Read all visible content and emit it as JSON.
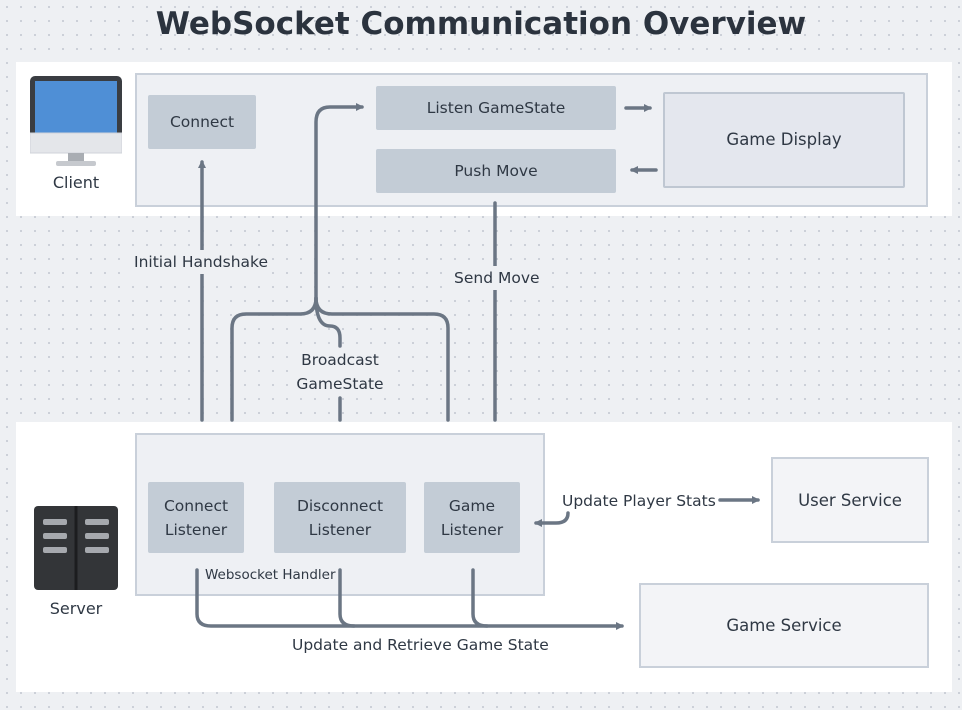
{
  "title": "WebSocket Communication Overview",
  "client": {
    "label": "Client",
    "icon": "desktop-computer-icon",
    "connect": "Connect",
    "listen_gamestate": "Listen GameState",
    "push_move": "Push Move",
    "game_display": "Game Display"
  },
  "server": {
    "label": "Server",
    "icon": "server-rack-icon",
    "connect_listener": "Connect\nListener",
    "disconnect_listener": "Disconnect\nListener",
    "game_listener": "Game\nListener",
    "handler_label": "Websocket Handler"
  },
  "services": {
    "user_service": "User Service",
    "game_service": "Game Service"
  },
  "edges": {
    "initial_handshake": "Initial Handshake",
    "send_move": "Send Move",
    "broadcast": "Broadcast\nGameState",
    "update_player_stats": "Update Player Stats",
    "update_retrieve": "Update and Retrieve Game State"
  },
  "colors": {
    "line": "#6b7684",
    "box": "#c3ccd6",
    "panel": "#eef0f4",
    "monitor_screen": "#4f8fd6",
    "server": "#333538"
  }
}
